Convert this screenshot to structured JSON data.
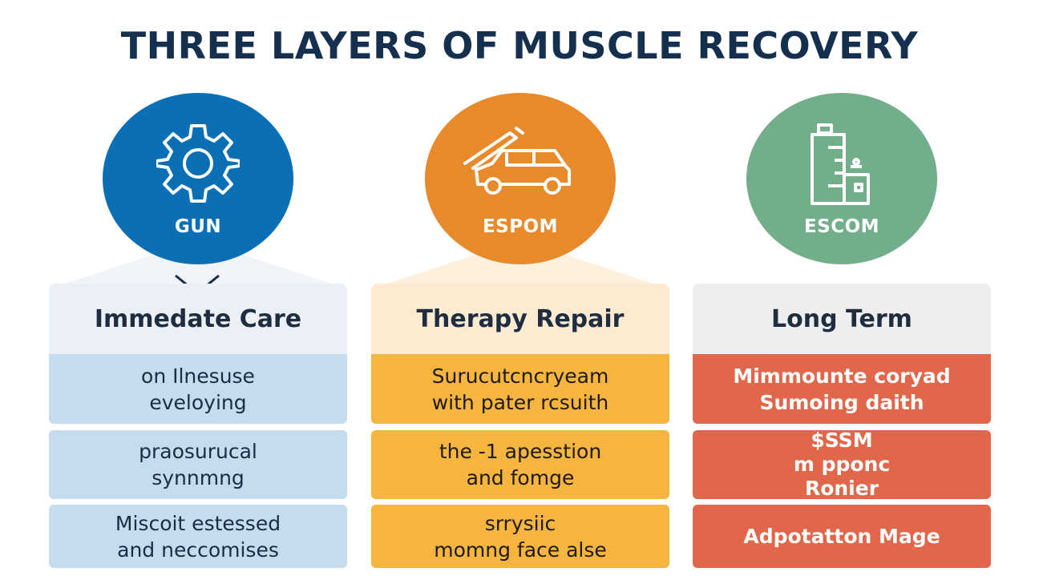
{
  "title": "THREE LAYERS OF MUSCLE RECOVERY",
  "colors": {
    "title": "#15304f",
    "blue": "#0a6fb5",
    "orange": "#e8892b",
    "green": "#72ae8a",
    "blue_card": "#c5dcef",
    "yellow_card": "#f6b53e",
    "red_card": "#e0674a"
  },
  "columns": [
    {
      "icon": "gear-icon",
      "badge": "GUN",
      "header": "Immedate Care",
      "items": [
        "on Ilnesuse\neveloying",
        "praosurucal\nsynnmng",
        "Miscoit estessed\nand neccomises"
      ]
    },
    {
      "icon": "car-icon",
      "badge": "ESPOM",
      "header": "Therapy Repair",
      "items": [
        "Surucutcncryeam\nwith pater rcsuith",
        "the -1 apesstion\nand fomge",
        "srrysiic\nmomng face alse"
      ]
    },
    {
      "icon": "building-icon",
      "badge": "ESCOM",
      "header": "Long Term",
      "items": [
        "Mimmounte coryad\nSumoing daith",
        "$SSM\nm pponc\nRonier",
        "Adpotatton Mage"
      ]
    }
  ]
}
